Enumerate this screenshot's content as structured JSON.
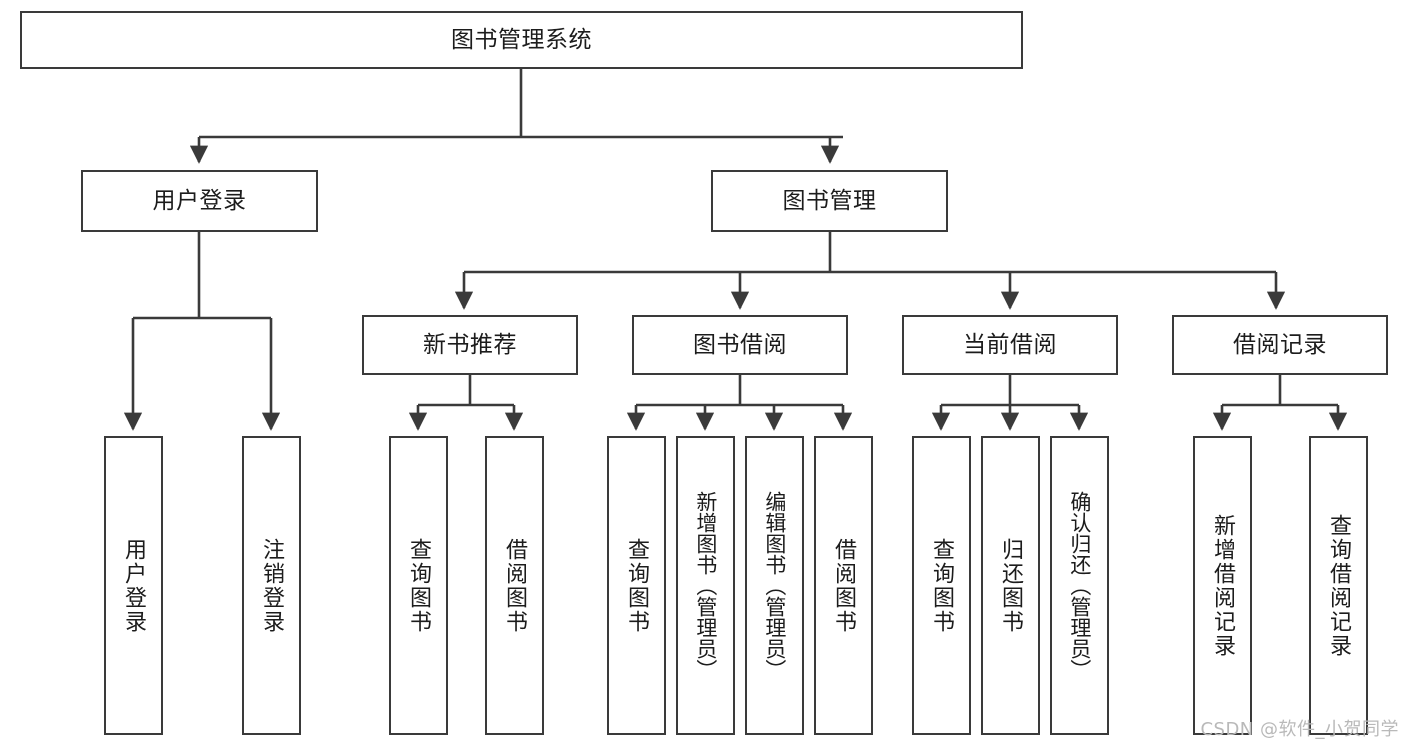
{
  "diagram": {
    "title": "图书管理系统",
    "type": "hierarchy-tree",
    "watermark": "CSDN @软件_小贺同学",
    "colors": {
      "box_border": "#3a3a3a",
      "box_fill": "#ffffff",
      "connector": "#3a3a3a",
      "text": "#1c1c1c",
      "watermark": "#b9b9b9"
    },
    "nodes": {
      "root": {
        "label": "图书管理系统",
        "level": 1
      },
      "level2": [
        {
          "label": "用户登录"
        },
        {
          "label": "图书管理"
        }
      ],
      "level3": [
        {
          "label": "新书推荐"
        },
        {
          "label": "图书借阅"
        },
        {
          "label": "当前借阅"
        },
        {
          "label": "借阅记录"
        }
      ],
      "leaves": {
        "user_login": [
          {
            "label": "用户登录"
          },
          {
            "label": "注销登录"
          }
        ],
        "new_book_recommend": [
          {
            "label": "查询图书"
          },
          {
            "label": "借阅图书"
          }
        ],
        "book_borrow": [
          {
            "label": "查询图书"
          },
          {
            "label": "新增图书（管理员）"
          },
          {
            "label": "编辑图书（管理员）"
          },
          {
            "label": "借阅图书"
          }
        ],
        "current_borrow": [
          {
            "label": "查询图书"
          },
          {
            "label": "归还图书"
          },
          {
            "label": "确认归还（管理员）"
          }
        ],
        "borrow_records": [
          {
            "label": "新增借阅记录"
          },
          {
            "label": "查询借阅记录"
          }
        ]
      }
    }
  }
}
